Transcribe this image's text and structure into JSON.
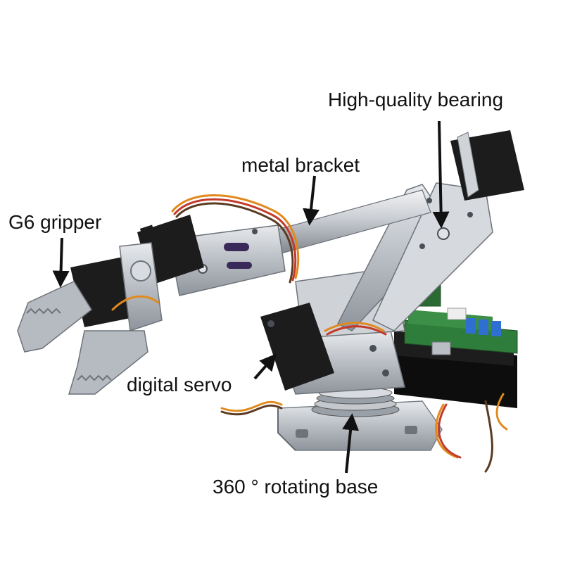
{
  "callouts": {
    "bearing": "High-quality bearing",
    "bracket": "metal bracket",
    "gripper": "G6 gripper",
    "servo": "digital servo",
    "base": "360 ° rotating base"
  },
  "colors": {
    "aluminum": "#c8ccd1",
    "servo_body": "#1c1c1c",
    "pcb": "#2f7d3a",
    "acrylic": "#0d0d0d",
    "wire_orange": "#e08a1e",
    "wire_red": "#c23a2a",
    "wire_brown": "#5a3b22",
    "terminal_blue": "#2f6fd1",
    "arrow": "#111111"
  },
  "icons": {
    "robot_arm": "robot-arm-photo-icon"
  }
}
